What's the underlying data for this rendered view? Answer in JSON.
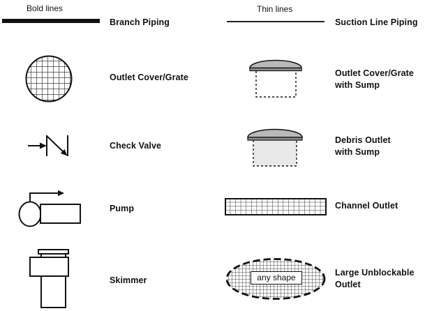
{
  "header": {
    "bold": {
      "caption": "Bold lines",
      "label": "Branch Piping"
    },
    "thin": {
      "caption": "Thin lines",
      "label": "Suction Line Piping"
    }
  },
  "left_items": [
    {
      "symbol": "outlet-cover-grate",
      "label": "Outlet Cover/Grate"
    },
    {
      "symbol": "check-valve",
      "label": "Check Valve"
    },
    {
      "symbol": "pump",
      "label": "Pump"
    },
    {
      "symbol": "skimmer",
      "label": "Skimmer"
    }
  ],
  "right_items": [
    {
      "symbol": "outlet-cover-grate-with-sump",
      "label": "Outlet Cover/Grate\nwith Sump"
    },
    {
      "symbol": "debris-outlet-with-sump",
      "label": "Debris Outlet\nwith Sump"
    },
    {
      "symbol": "channel-outlet",
      "label": "Channel Outlet"
    },
    {
      "symbol": "large-unblockable-outlet",
      "label": "Large Unblockable\nOutlet",
      "inner_text": "any shape"
    }
  ],
  "colors": {
    "ink": "#111111",
    "dome_fill": "#b9b9b9",
    "dome_rim": "#8f8f8f",
    "sump_fill": "#e9e9e9",
    "hatch_line": "#2a2a2a"
  }
}
